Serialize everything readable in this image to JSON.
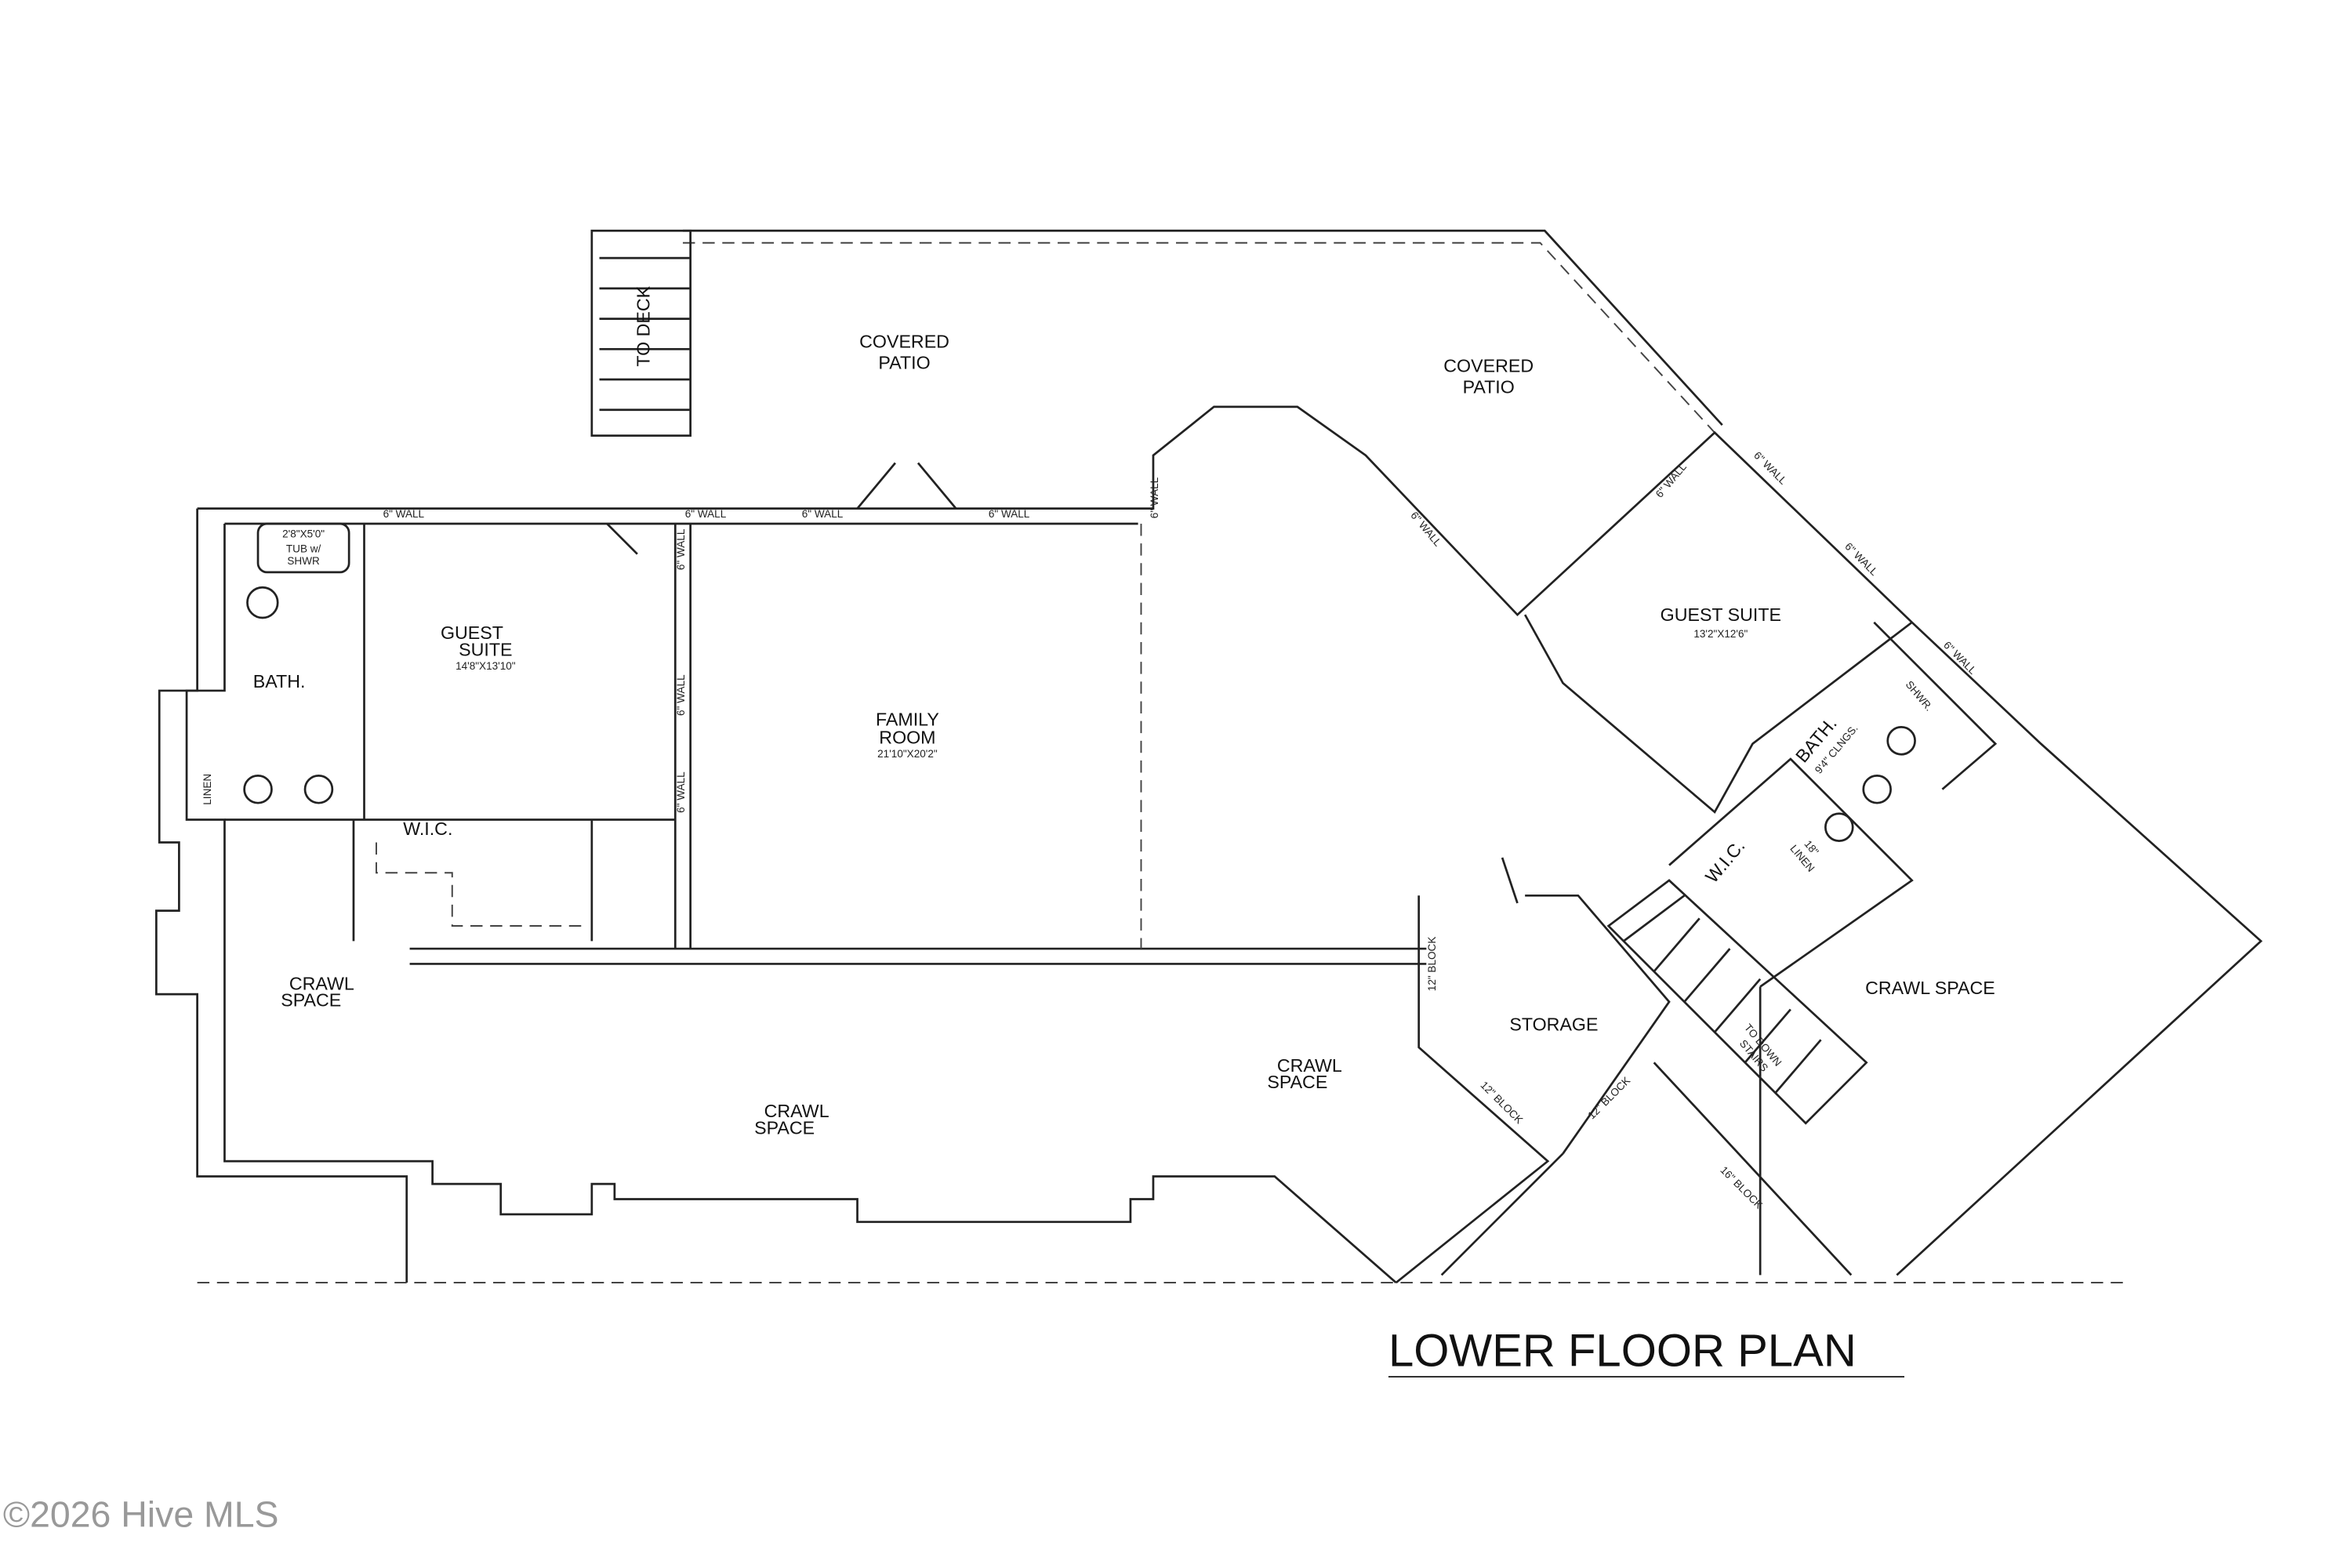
{
  "title": "LOWER FLOOR PLAN",
  "watermark": "©2026 Hive MLS",
  "rooms": {
    "covered_patio_left": [
      "COVERED",
      "PATIO"
    ],
    "covered_patio_right": [
      "COVERED",
      "PATIO"
    ],
    "to_deck": "TO DECK",
    "guest_suite_left": {
      "name": [
        "GUEST",
        "SUITE"
      ],
      "size": "14'8\"X13'10\""
    },
    "bath_left": "BATH.",
    "tub": [
      "2'8\"X5'0\"",
      "TUB w/",
      "SHWR"
    ],
    "linen_left": "LINEN",
    "wic_left": "W.I.C.",
    "family_room": {
      "name": [
        "FAMILY",
        "ROOM"
      ],
      "size": "21'10\"X20'2\""
    },
    "guest_suite_right": {
      "name": "GUEST SUITE",
      "size": "13'2\"X12'6\""
    },
    "bath_right": {
      "name": "BATH.",
      "note": "9'4\" CLNGS."
    },
    "shower_right": "SHWR.",
    "linen_right": [
      "18\"",
      "LINEN"
    ],
    "wic_right": "W.I.C.",
    "storage": "STORAGE",
    "stairs": [
      "TO DOWN",
      "STAIRS"
    ],
    "crawl_left": [
      "CRAWL",
      "SPACE"
    ],
    "crawl_center": [
      "CRAWL",
      "SPACE"
    ],
    "crawl_mid": [
      "CRAWL",
      "SPACE"
    ],
    "crawl_right": "CRAWL SPACE"
  },
  "wall_notes": {
    "six_inch": "6\" WALL",
    "twelve_block": "12\" BLOCK",
    "sixteen_block": "16\" BLOCK"
  }
}
